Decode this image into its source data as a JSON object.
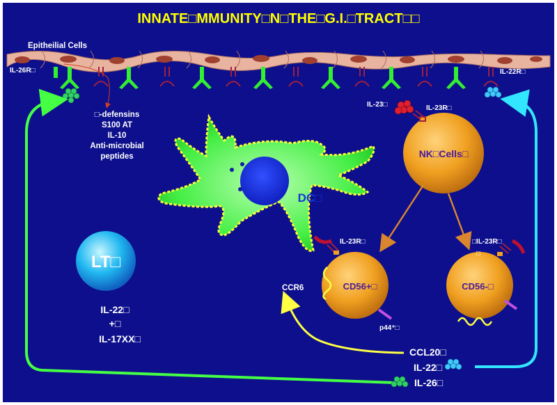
{
  "title": "INNATE□MMUNITY□N□THE□G.I.□TRACT□□",
  "epithelium": {
    "label": "Epitheilial Cells",
    "il26r_label": "IL-26R□",
    "il22r_label": "IL-22R□"
  },
  "products": [
    "□-defensins",
    "S100 AT",
    "IL-10",
    "Anti-microbial",
    "peptides"
  ],
  "dc_label": "DC□",
  "nk": {
    "label": "NK□Cells□",
    "il23_label": "IL-23□",
    "il23r_label": "IL-23R□"
  },
  "cd56pos": {
    "label": "CD56+□",
    "il23r_label": "IL-23R□",
    "ccr6_label": "CCR6",
    "p44_label": "p44⁺□"
  },
  "cd56neg": {
    "label": "CD56-□",
    "il23r_label": "□IL-23R□",
    "extra_mark": "□"
  },
  "lti": {
    "label": "LT□",
    "out1": "IL-22□",
    "out2": "+□",
    "out3": "IL-17XX□"
  },
  "bottom": {
    "ccl20": "CCL20□",
    "il22": "IL-22□",
    "il26": "IL-26□"
  },
  "colors": {
    "background": "#0d0f8c",
    "title": "#ffff00",
    "green_arrow": "#44ff44",
    "cyan_arrow": "#33e6ff",
    "yellow_arrow": "#ffff44",
    "orange_arrow": "#d9862e",
    "nk_text": "#4a1a9a"
  }
}
